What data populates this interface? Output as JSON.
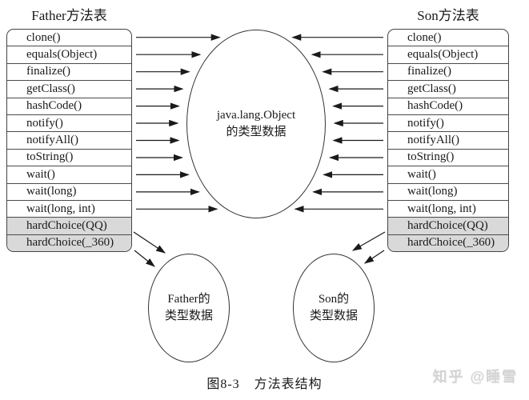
{
  "left_table": {
    "title": "Father方法表",
    "rows": [
      {
        "label": "clone()",
        "hl": false
      },
      {
        "label": "equals(Object)",
        "hl": false
      },
      {
        "label": "finalize()",
        "hl": false
      },
      {
        "label": "getClass()",
        "hl": false
      },
      {
        "label": "hashCode()",
        "hl": false
      },
      {
        "label": "notify()",
        "hl": false
      },
      {
        "label": "notifyAll()",
        "hl": false
      },
      {
        "label": "toString()",
        "hl": false
      },
      {
        "label": "wait()",
        "hl": false
      },
      {
        "label": "wait(long)",
        "hl": false
      },
      {
        "label": "wait(long, int)",
        "hl": false
      },
      {
        "label": "hardChoice(QQ)",
        "hl": true
      },
      {
        "label": "hardChoice(_360)",
        "hl": true
      }
    ]
  },
  "right_table": {
    "title": "Son方法表",
    "rows": [
      {
        "label": "clone()",
        "hl": false
      },
      {
        "label": "equals(Object)",
        "hl": false
      },
      {
        "label": "finalize()",
        "hl": false
      },
      {
        "label": "getClass()",
        "hl": false
      },
      {
        "label": "hashCode()",
        "hl": false
      },
      {
        "label": "notify()",
        "hl": false
      },
      {
        "label": "notifyAll()",
        "hl": false
      },
      {
        "label": "toString()",
        "hl": false
      },
      {
        "label": "wait()",
        "hl": false
      },
      {
        "label": "wait(long)",
        "hl": false
      },
      {
        "label": "wait(long, int)",
        "hl": false
      },
      {
        "label": "hardChoice(QQ)",
        "hl": true
      },
      {
        "label": "hardChoice(_360)",
        "hl": true
      }
    ]
  },
  "center_ellipse": {
    "line1": "java.lang.Object",
    "line2": "的类型数据"
  },
  "father_ellipse": {
    "line1": "Father的",
    "line2": "类型数据"
  },
  "son_ellipse": {
    "line1": "Son的",
    "line2": "类型数据"
  },
  "caption": {
    "label": "图8-3",
    "title": "方法表结构"
  },
  "watermark": {
    "text": "知乎 @睡雪"
  },
  "colors": {
    "highlight_row": "#d9d9d9",
    "table_border": "#444444",
    "arrow": "#1a1a1a",
    "watermark": "#d4d4d4"
  }
}
